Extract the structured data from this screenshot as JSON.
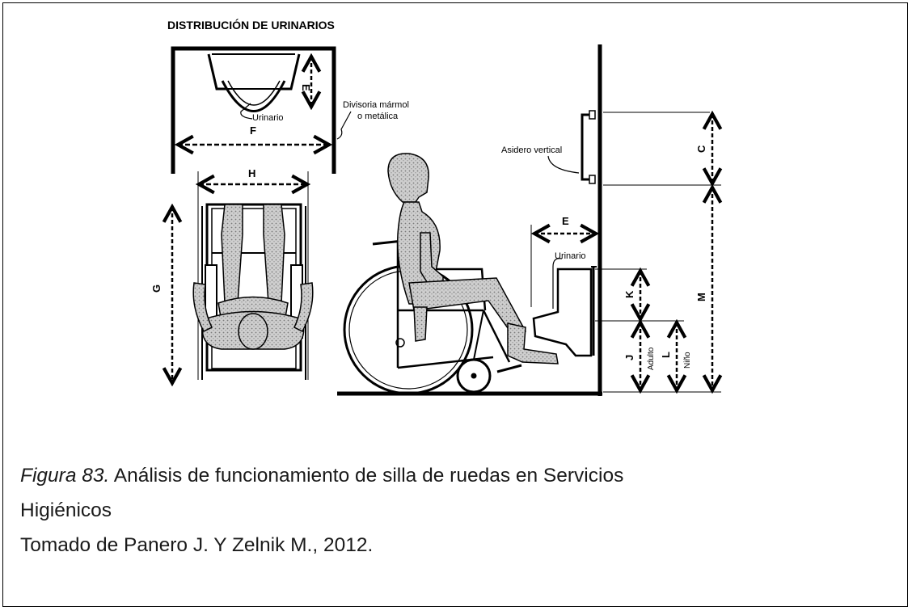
{
  "figure": {
    "title": "DISTRIBUCIÓN DE URINARIOS",
    "labels": {
      "urinario_top": "Urinario",
      "divisoria_1": "Divisoria mármol",
      "divisoria_2": "o metálica",
      "asidero": "Asidero vertical",
      "urinario_side": "Urinario",
      "adulto": "Adulto",
      "nino": "Niño"
    },
    "dimensions": {
      "E_top": "E",
      "F": "F",
      "H": "H",
      "G": "G",
      "E_side": "E",
      "C": "C",
      "K": "K",
      "M": "M",
      "J": "J",
      "L": "L"
    }
  },
  "caption": {
    "figure_label": "Figura 83.",
    "title_text": " Análisis de funcionamiento de silla de ruedas en Servicios",
    "title_text_2": "Higiénicos",
    "source": "Tomado de Panero J. Y Zelnik M., 2012."
  }
}
